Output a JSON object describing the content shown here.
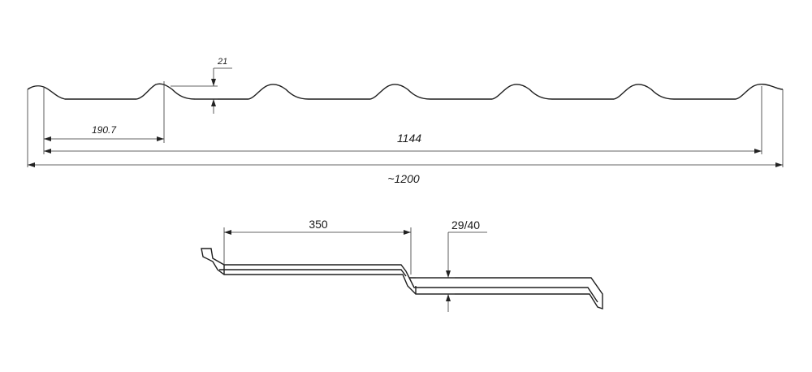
{
  "profile_view": {
    "dim_wave_pitch": "190.7",
    "dim_wave_height": "21",
    "dim_useful_width": "1144",
    "dim_total_width": "~1200"
  },
  "side_view": {
    "dim_step_length": "350",
    "dim_step_height": "29/40"
  }
}
